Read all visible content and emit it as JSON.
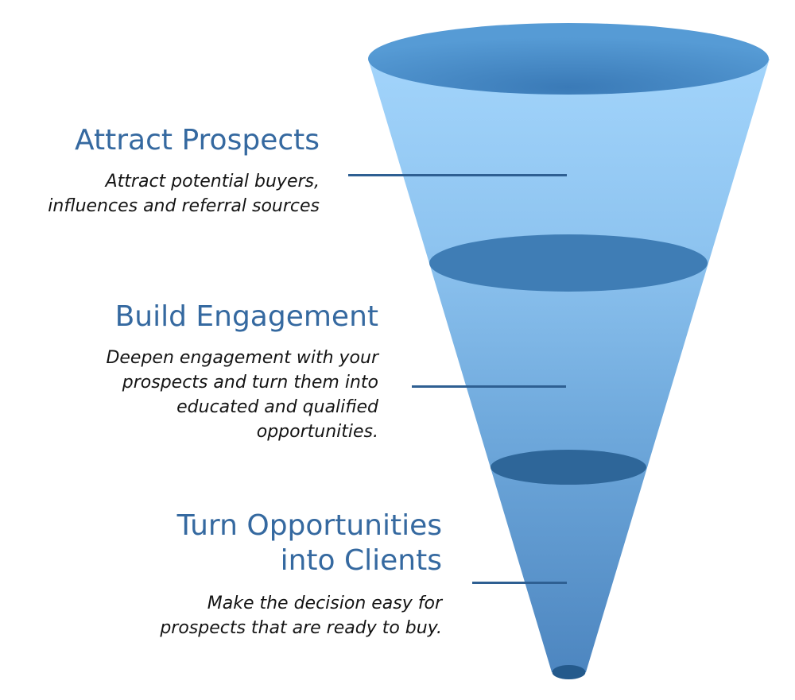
{
  "diagram": {
    "type": "funnel",
    "colors": {
      "title": "#3569a0",
      "description": "#141414",
      "connector": "#2e5f92",
      "funnel_light": "#9dd0f8",
      "funnel_mid": "#72aee0",
      "funnel_dark": "#4f8cc6",
      "rim_top": "#4f90cd",
      "rim_mid": "#3f7db5",
      "rim_low": "#2e6699",
      "rim_bottom": "#245a8c"
    },
    "stages": [
      {
        "title": "Attract Prospects",
        "description_lines": [
          "Attract potential buyers,",
          "influences and referral sources"
        ]
      },
      {
        "title": "Build Engagement",
        "description_lines": [
          "Deepen engagement with your",
          "prospects and turn them into",
          "educated and qualified",
          "opportunities."
        ]
      },
      {
        "title_lines": [
          "Turn Opportunities",
          "into Clients"
        ],
        "description_lines": [
          "Make the decision easy for",
          "prospects that are ready to buy."
        ]
      }
    ]
  }
}
